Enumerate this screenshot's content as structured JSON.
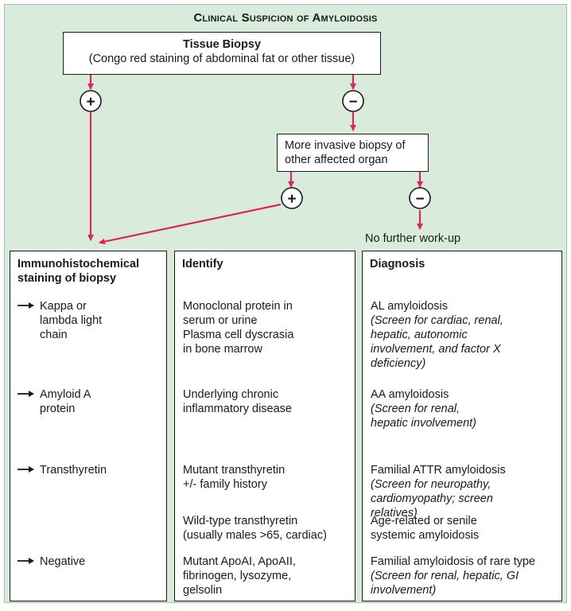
{
  "title": "Clinical Suspicion of Amyloidosis",
  "tissue_biopsy": {
    "heading": "Tissue Biopsy",
    "detail": "(Congo red staining of abdominal fat or other tissue)"
  },
  "invasive_biopsy": {
    "line1": "More invasive biopsy of",
    "line2": "other affected organ"
  },
  "signs": {
    "positive": "+",
    "negative": "−"
  },
  "no_further": "No further work-up",
  "columns": {
    "staining": {
      "header_line1": "Immunohistochemical",
      "header_line2": "staining of biopsy"
    },
    "identify": {
      "header": "Identify"
    },
    "diagnosis": {
      "header": "Diagnosis"
    }
  },
  "rows": [
    {
      "staining": [
        "Kappa or",
        "lambda light",
        "chain"
      ],
      "identify": [
        "Monoclonal protein in",
        "serum or urine",
        "Plasma cell dyscrasia",
        "in bone marrow"
      ],
      "diagnosis": "AL amyloidosis",
      "note": [
        "(Screen for cardiac, renal,",
        "hepatic, autonomic",
        "involvement, and factor X",
        "deficiency)"
      ]
    },
    {
      "staining": [
        "Amyloid A",
        "protein"
      ],
      "identify": [
        "Underlying chronic",
        "inflammatory disease"
      ],
      "diagnosis": "AA amyloidosis",
      "note": [
        "(Screen for renal,",
        "hepatic involvement)"
      ]
    },
    {
      "staining": [
        "Transthyretin"
      ],
      "identify": [
        "Mutant transthyretin",
        "+/- family history"
      ],
      "diagnosis": "Familial ATTR amyloidosis",
      "note": [
        "(Screen for neuropathy,",
        "cardiomyopathy; screen",
        "relatives)"
      ]
    },
    {
      "staining": [],
      "identify": [
        "Wild-type transthyretin",
        "(usually males >65, cardiac)"
      ],
      "diagnosis_lines": [
        "Age-related or senile",
        "systemic amyloidosis"
      ]
    },
    {
      "staining": [
        "Negative"
      ],
      "identify": [
        "Mutant ApoAI, ApoAII,",
        "fibrinogen, lysozyme,",
        "gelsolin"
      ],
      "diagnosis": "Familial amyloidosis of rare type",
      "note": [
        "(Screen for renal, hepatic, GI",
        "involvement)"
      ]
    }
  ],
  "colors": {
    "arrow": "#e0245e",
    "background": "#d9ecdc"
  }
}
